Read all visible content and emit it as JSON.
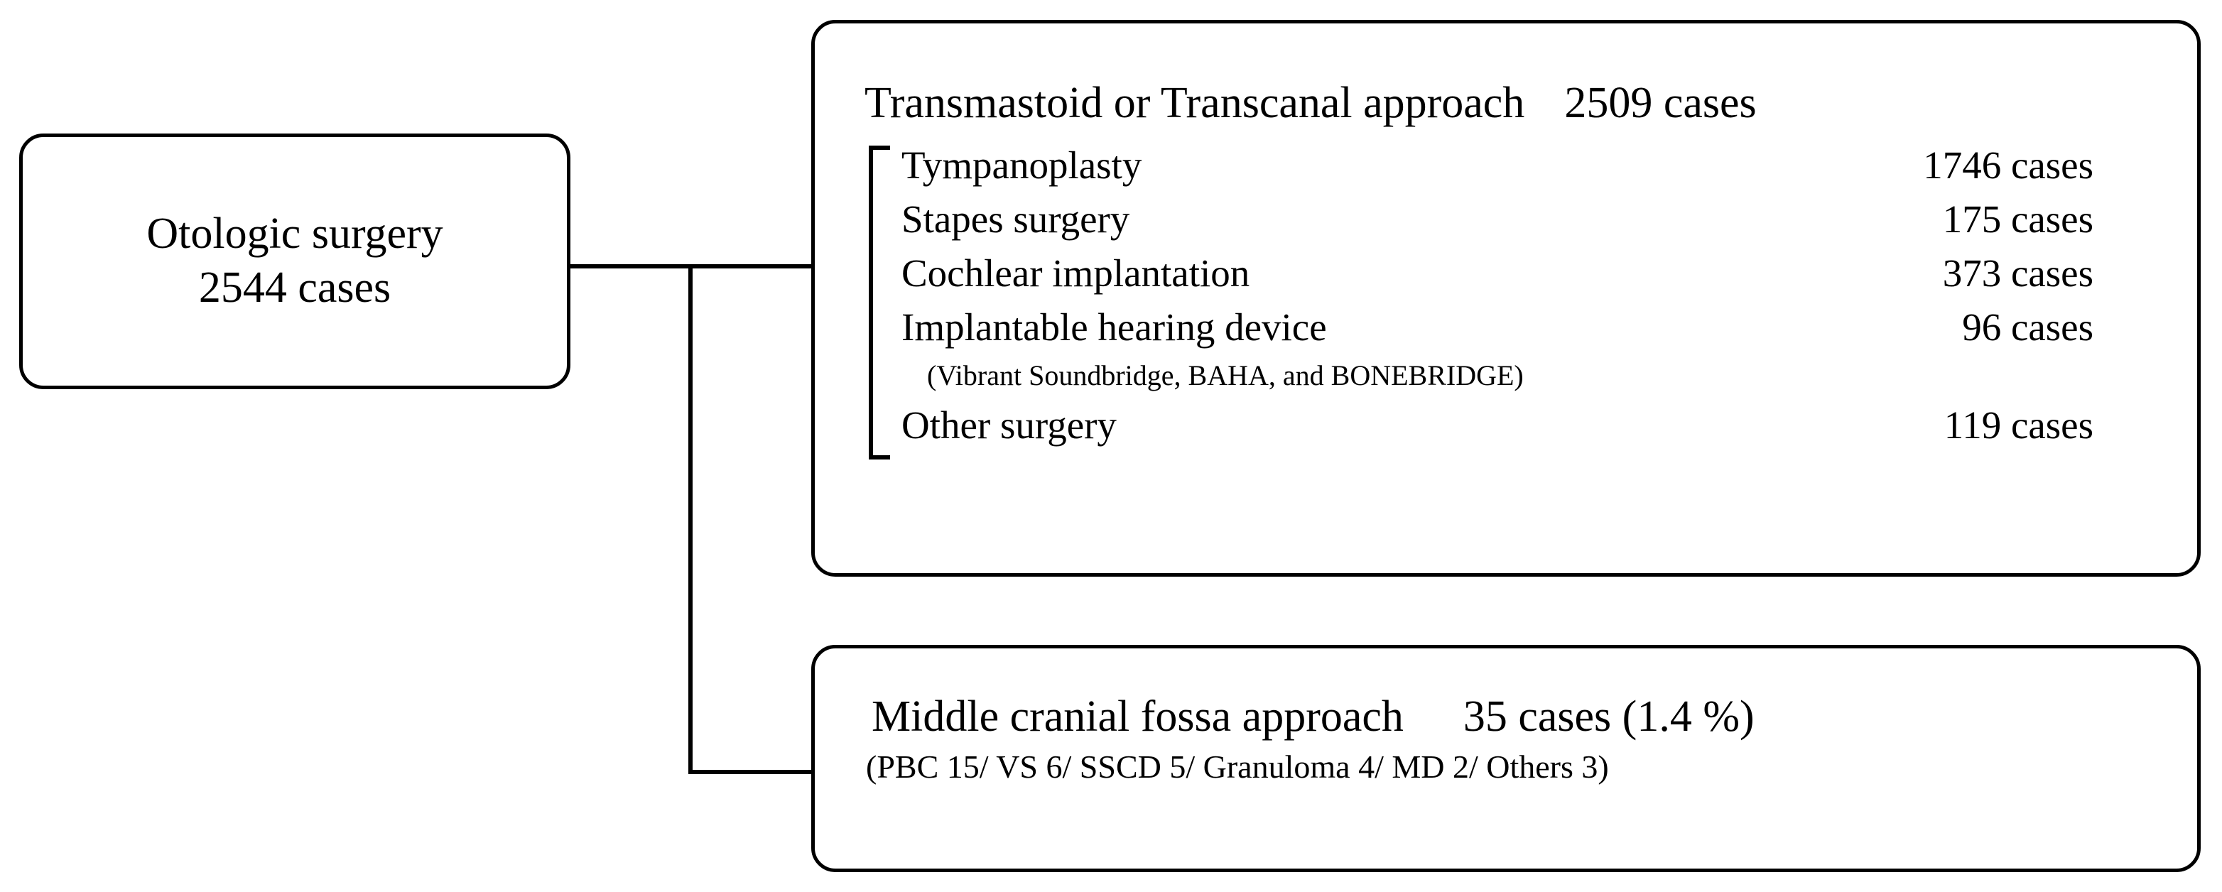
{
  "diagram": {
    "type": "flowchart",
    "orientation": "left-to-right",
    "root": {
      "lines": [
        "Otologic surgery",
        "2544 cases"
      ],
      "total_cases": 2544
    },
    "branches": [
      {
        "id": "transmastoid-transcanal",
        "heading_label": "Transmastoid or Transcanal approach",
        "heading_value": "2509 cases",
        "cases": 2509,
        "items": [
          {
            "label": "Tympanoplasty",
            "value": "1746 cases",
            "cases": 1746
          },
          {
            "label": "Stapes surgery",
            "value": "175 cases",
            "cases": 175
          },
          {
            "label": "Cochlear implantation",
            "value": "373 cases",
            "cases": 373
          },
          {
            "label": "Implantable hearing device",
            "value": "96 cases",
            "cases": 96
          },
          {
            "label": "Other surgery",
            "value": "119 cases",
            "cases": 119
          }
        ],
        "note": "(Vibrant Soundbridge, BAHA, and BONEBRIDGE)"
      },
      {
        "id": "middle-cranial-fossa",
        "heading_label": "Middle cranial fossa approach",
        "heading_value": "35 cases (1.4 %)",
        "cases": 35,
        "percent": "1.4 %",
        "note": "(PBC 15/ VS 6/ SSCD 5/ Granuloma 4/ MD 2/ Others 3)",
        "breakdown": [
          {
            "abbr": "PBC",
            "count": 15
          },
          {
            "abbr": "VS",
            "count": 6
          },
          {
            "abbr": "SSCD",
            "count": 5
          },
          {
            "abbr": "Granuloma",
            "count": 4
          },
          {
            "abbr": "MD",
            "count": 2
          },
          {
            "abbr": "Others",
            "count": 3
          }
        ]
      }
    ],
    "style": {
      "line_color": "#000000",
      "background": "#ffffff",
      "box_border_width": "5px",
      "box_corner_radius": "34px"
    }
  }
}
